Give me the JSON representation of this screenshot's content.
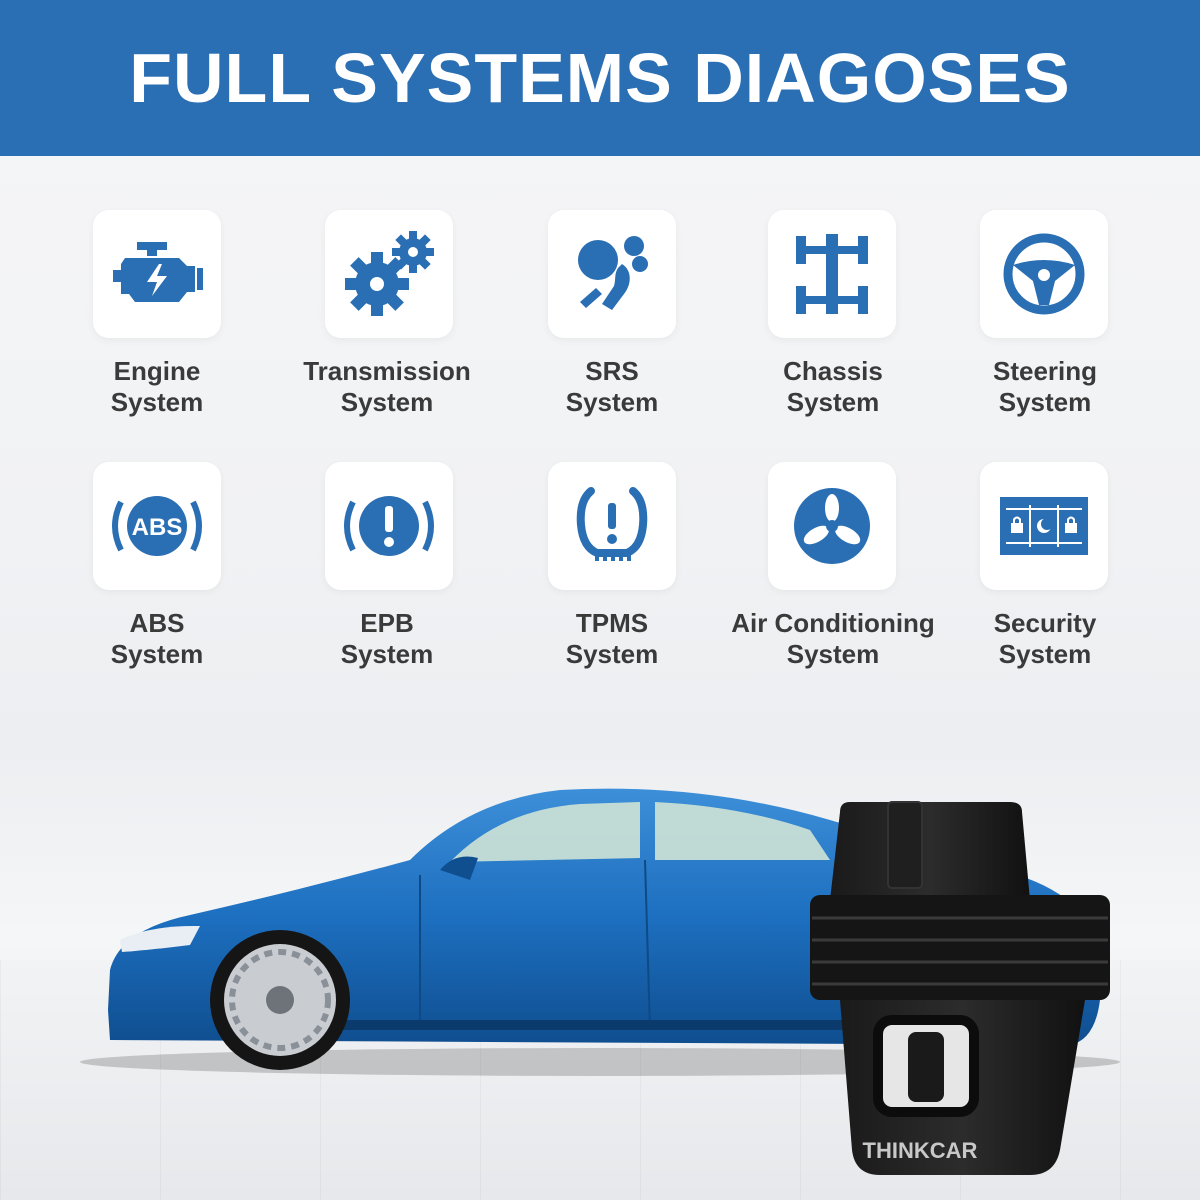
{
  "header": {
    "title": "FULL SYSTEMS DIAGOSES"
  },
  "accent_color": "#2a6fb3",
  "systems": [
    {
      "line1": "Engine",
      "line2": "System",
      "icon": "engine-icon"
    },
    {
      "line1": "Transmission",
      "line2": "System",
      "icon": "gears-icon"
    },
    {
      "line1": "SRS",
      "line2": "System",
      "icon": "airbag-icon"
    },
    {
      "line1": "Chassis",
      "line2": "System",
      "icon": "chassis-icon"
    },
    {
      "line1": "Steering",
      "line2": "System",
      "icon": "steering-wheel-icon"
    },
    {
      "line1": "ABS",
      "line2": "System",
      "icon": "abs-icon"
    },
    {
      "line1": "EPB",
      "line2": "System",
      "icon": "brake-warning-icon"
    },
    {
      "line1": "TPMS",
      "line2": "System",
      "icon": "tire-pressure-icon"
    },
    {
      "line1": "Air Conditioning",
      "line2": "System",
      "icon": "fan-icon"
    },
    {
      "line1": "Security",
      "line2": "System",
      "icon": "security-lock-icon"
    }
  ],
  "abs_badge": "ABS",
  "device": {
    "brand": "THINKCAR"
  }
}
